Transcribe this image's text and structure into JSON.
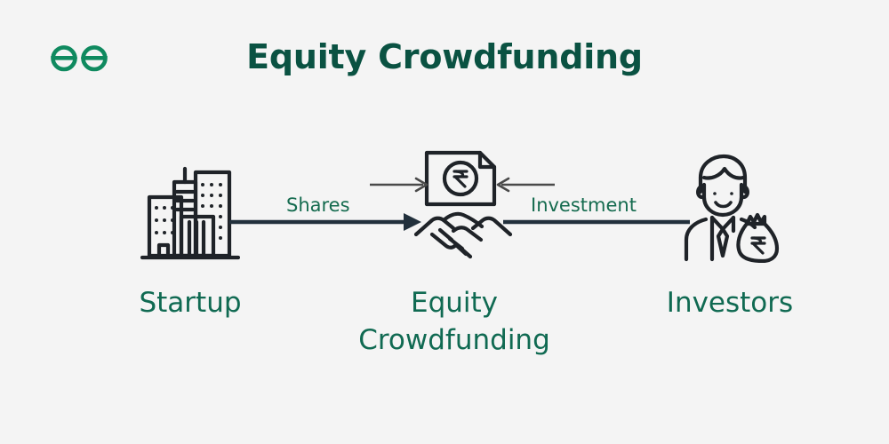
{
  "page": {
    "background_color": "#f4f4f4",
    "title": "Equity Crowdfunding",
    "title_color": "#0a5242"
  },
  "brand": {
    "name": "geeksforgeeks-logo",
    "color": "#0f8a5f"
  },
  "diagram": {
    "nodes": [
      {
        "id": "startup",
        "caption": "Startup",
        "icon": "office-buildings-icon",
        "icon_color": "#1f2328"
      },
      {
        "id": "equity-crowdfunding",
        "caption": "Equity\nCrowdfunding",
        "icon": "handshake-icon",
        "secondary_icon": "rupee-document-icon",
        "currency_symbol": "₹",
        "icon_color": "#1f2328"
      },
      {
        "id": "investors",
        "caption": "Investors",
        "icon": "investor-with-money-bag-icon",
        "currency_symbol": "₹",
        "icon_color": "#1f2328"
      }
    ],
    "edges": [
      {
        "id": "shares",
        "label": "Shares",
        "from": "startup",
        "to": "equity-crowdfunding",
        "direction": "right",
        "arrowhead": true,
        "color": "#22303c"
      },
      {
        "id": "investment",
        "label": "Investment",
        "from": "investors",
        "to": "equity-crowdfunding",
        "direction": "left",
        "arrowhead": false,
        "color": "#22303c"
      }
    ],
    "document_arrows": [
      {
        "id": "doc-arrow-left",
        "direction": "right",
        "color": "#4a4a4a"
      },
      {
        "id": "doc-arrow-right",
        "direction": "left",
        "color": "#4a4a4a"
      }
    ],
    "label_color": "#156b4f",
    "caption_color": "#106a52"
  }
}
